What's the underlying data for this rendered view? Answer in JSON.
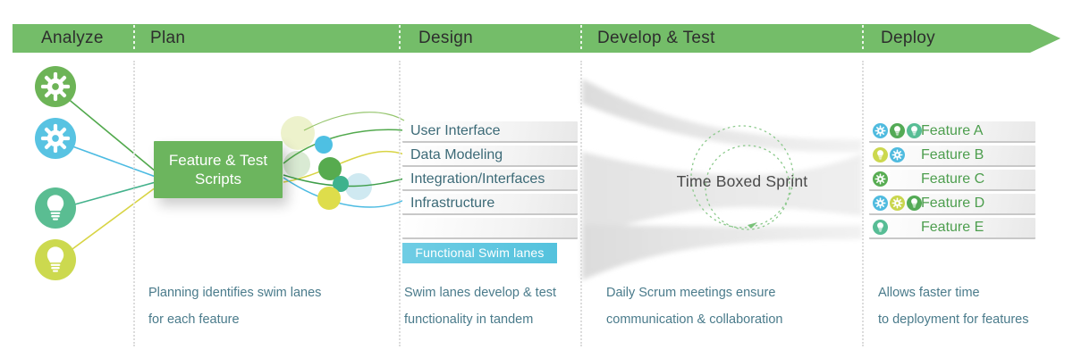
{
  "banner": {
    "phases": [
      {
        "label": "Analyze"
      },
      {
        "label": "Plan"
      },
      {
        "label": "Design"
      },
      {
        "label": "Develop & Test"
      },
      {
        "label": "Deploy"
      }
    ]
  },
  "analyze": {
    "icons": [
      "gear-green-big",
      "gear-blue-big",
      "bulb-teal-big",
      "bulb-yellow-big"
    ]
  },
  "plan": {
    "box": {
      "line1": "Feature & Test",
      "line2": "Scripts"
    },
    "caption": {
      "line1": "Planning identifies swim lanes",
      "line2": "for each feature"
    }
  },
  "design": {
    "lanes": [
      {
        "label": "User Interface"
      },
      {
        "label": "Data Modeling"
      },
      {
        "label": "Integration/Interfaces"
      },
      {
        "label": "Infrastructure"
      },
      {
        "label": ""
      }
    ],
    "tag": "Functional Swim lanes",
    "caption": {
      "line1": "Swim lanes develop & test",
      "line2": "functionality in tandem"
    }
  },
  "develop": {
    "sprint_label": "Time Boxed Sprint",
    "caption": {
      "line1": "Daily Scrum meetings ensure",
      "line2": "communication & collaboration"
    }
  },
  "deploy": {
    "features": [
      {
        "label": "Feature A",
        "icons": [
          "gear-blue",
          "bulb-green",
          "bulb-teal"
        ]
      },
      {
        "label": "Feature B",
        "icons": [
          "bulb-yellow",
          "gear-blue"
        ]
      },
      {
        "label": "Feature C",
        "icons": [
          "gear-green"
        ]
      },
      {
        "label": "Feature D",
        "icons": [
          "gear-blue",
          "gear-yellow",
          "bulb-green"
        ]
      },
      {
        "label": "Feature E",
        "icons": [
          "bulb-teal"
        ]
      }
    ],
    "caption": {
      "line1": "Allows faster time",
      "line2": "to deployment for features"
    }
  },
  "icon_colors": {
    "gear-green-big": "#6db457",
    "gear-blue-big": "#58c3e2",
    "bulb-teal-big": "#5abd92",
    "bulb-yellow-big": "#ccd94f",
    "gear-blue": "#4fbbdf",
    "gear-green": "#58ad53",
    "gear-yellow": "#c9d64d",
    "bulb-green": "#53aa55",
    "bulb-teal": "#57bd95",
    "bulb-yellow": "#ccd84e"
  },
  "colors": {
    "banner_green": "#74bd69",
    "box_green": "#6cb55e",
    "tag_blue": "#5ec5de",
    "lane_text": "#3c6a77",
    "feature_text": "#4d9e4e",
    "caption_text": "#4a7b8b",
    "sprint_text": "#4a4a4a",
    "sprint_circle": "#8bc98b"
  }
}
